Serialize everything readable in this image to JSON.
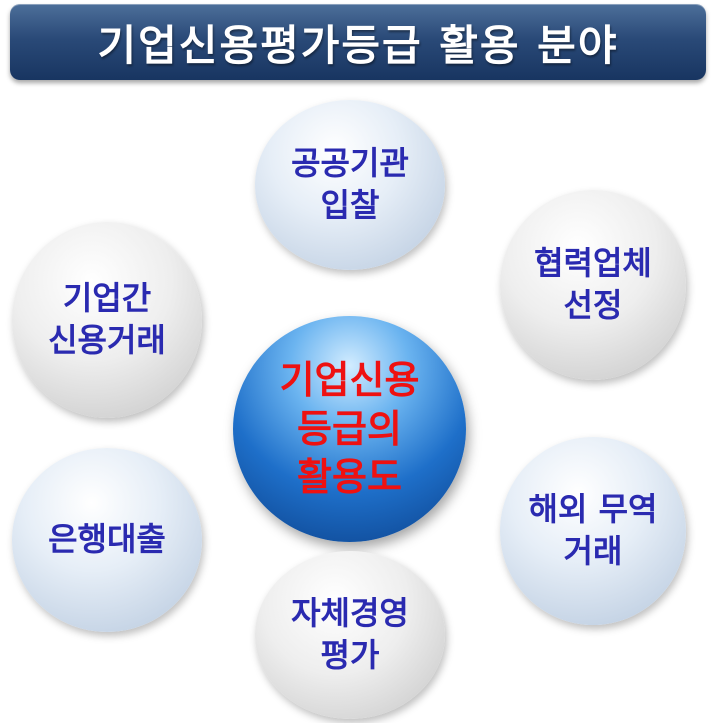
{
  "title": "기업신용평가등급 활용 분야",
  "center": {
    "lines": [
      "기업신용",
      "등급의",
      "활용도"
    ]
  },
  "nodes": {
    "top": {
      "lines": [
        "공공기관",
        "입찰"
      ]
    },
    "right_top": {
      "lines": [
        "협력업체",
        "선정"
      ]
    },
    "left_top": {
      "lines": [
        "기업간",
        "신용거래"
      ]
    },
    "left_bottom": {
      "lines": [
        "은행대출"
      ]
    },
    "right_bottom": {
      "lines": [
        "해외 무역",
        "거래"
      ]
    },
    "bottom": {
      "lines": [
        "자체경영",
        "평가"
      ]
    }
  },
  "colors": {
    "title_bar": "#2a4a78",
    "node_text": "#2a2ab0",
    "center_text": "#ee1111",
    "center_sphere": "#1e6fc9"
  }
}
